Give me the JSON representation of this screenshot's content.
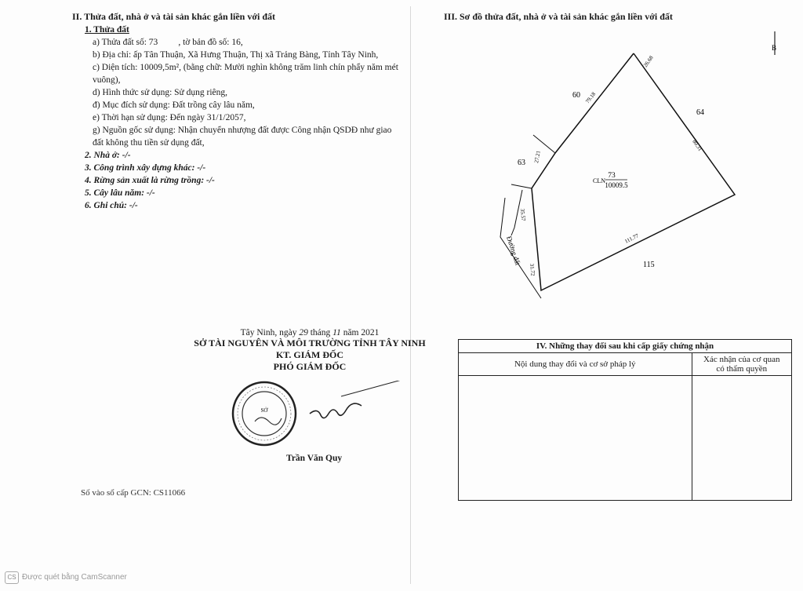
{
  "left": {
    "title": "II. Thửa đất, nhà ở và tài sản khác gắn liền với đất",
    "s1": "1. Thửa đất",
    "a": "a) Thửa đất số: 73",
    "a2": ", tờ bản đồ số: 16,",
    "b": "b) Địa chỉ: ấp Tân Thuận, Xã Hưng Thuận, Thị xã Trảng Bàng, Tỉnh Tây Ninh,",
    "c1": "c) Diện tích: 10009,5m², (bằng chữ: Mười nghìn không trăm linh chín phẩy năm mét",
    "c2": "vuông),",
    "d": "d) Hình thức sử dụng: Sử dụng riêng,",
    "dd": "đ) Mục đích sử dụng: Đất trồng cây lâu năm,",
    "e": "e) Thời hạn sử dụng: Đến ngày 31/1/2057,",
    "g1": "g) Nguồn gốc sử dụng: Nhận chuyển nhượng đất được Công nhận QSDĐ như giao",
    "g2": "đất không thu tiền sử dụng đất,",
    "s2": "2. Nhà ở: -/-",
    "s3": "3. Công trình xây dựng khác: -/-",
    "s4": "4. Rừng sản xuất là rừng trồng: -/-",
    "s5": "5. Cây lâu năm: -/-",
    "s6": "6. Ghi chú: -/-"
  },
  "signature": {
    "date_prefix": "Tây Ninh, ngày",
    "day": "29",
    "month_word": "tháng",
    "month": "11",
    "year_word": "năm 2021",
    "org": "SỞ TÀI NGUYÊN VÀ MÔI TRƯỜNG TỈNH TÂY NINH",
    "role1": "KT. GIÁM ĐỐC",
    "role2": "PHÓ GIÁM ĐỐC",
    "name": "Trần Văn Quy",
    "serial": "Số vào sổ cấp GCN: CS11066"
  },
  "right": {
    "title": "III. Sơ đồ thửa đất, nhà ở và tài sản khác gắn liền với đất",
    "plot": {
      "parcel": "73",
      "code": "CLN",
      "area": "10009.5",
      "neighbors": [
        "60",
        "64",
        "63",
        "115"
      ],
      "road": "Đường đất",
      "edges": [
        "26.68",
        "79.18",
        "80.31",
        "111.77",
        "31.72",
        "27.21",
        "35.57"
      ],
      "north": "B"
    }
  },
  "changes": {
    "title": "IV. Những thay đổi sau khi cấp giấy chứng nhận",
    "col1": "Nội dung thay đổi và cơ sở pháp lý",
    "col2a": "Xác nhận của cơ quan",
    "col2b": "có thẩm quyền"
  },
  "footer": {
    "logo": "CS",
    "text": "Được quét bằng CamScanner"
  }
}
